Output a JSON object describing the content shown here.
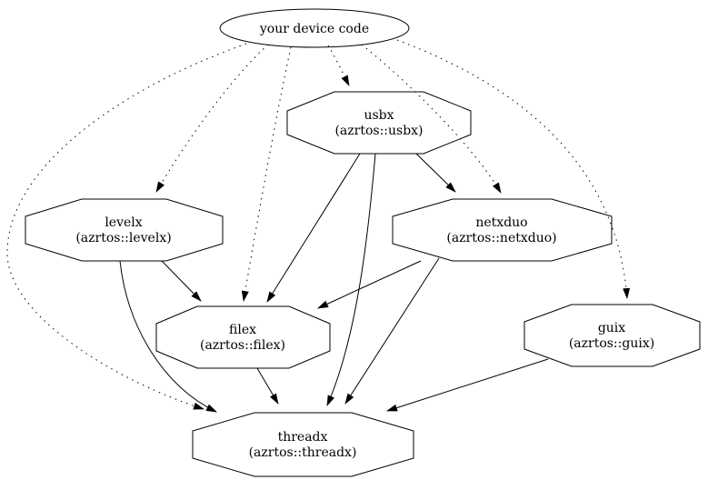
{
  "graph": {
    "background_color": "#ffffff",
    "stroke_color": "#000000",
    "text_color": "#000000",
    "nodes": {
      "device_code": {
        "label": "your device code",
        "shape": "ellipse"
      },
      "usbx": {
        "name": "usbx",
        "package": "(azrtos::usbx)",
        "shape": "octagon"
      },
      "levelx": {
        "name": "levelx",
        "package": "(azrtos::levelx)",
        "shape": "octagon"
      },
      "netxduo": {
        "name": "netxduo",
        "package": "(azrtos::netxduo)",
        "shape": "octagon"
      },
      "filex": {
        "name": "filex",
        "package": "(azrtos::filex)",
        "shape": "octagon"
      },
      "guix": {
        "name": "guix",
        "package": "(azrtos::guix)",
        "shape": "octagon"
      },
      "threadx": {
        "name": "threadx",
        "package": "(azrtos::threadx)",
        "shape": "octagon"
      }
    },
    "edges": [
      {
        "from": "your device code",
        "to": "usbx",
        "style": "dotted"
      },
      {
        "from": "your device code",
        "to": "levelx",
        "style": "dotted"
      },
      {
        "from": "your device code",
        "to": "netxduo",
        "style": "dotted"
      },
      {
        "from": "your device code",
        "to": "filex",
        "style": "dotted"
      },
      {
        "from": "your device code",
        "to": "guix",
        "style": "dotted"
      },
      {
        "from": "your device code",
        "to": "threadx",
        "style": "dotted"
      },
      {
        "from": "usbx",
        "to": "netxduo",
        "style": "solid"
      },
      {
        "from": "usbx",
        "to": "filex",
        "style": "solid"
      },
      {
        "from": "usbx",
        "to": "threadx",
        "style": "solid"
      },
      {
        "from": "levelx",
        "to": "filex",
        "style": "solid"
      },
      {
        "from": "levelx",
        "to": "threadx",
        "style": "solid"
      },
      {
        "from": "netxduo",
        "to": "filex",
        "style": "solid"
      },
      {
        "from": "netxduo",
        "to": "threadx",
        "style": "solid"
      },
      {
        "from": "filex",
        "to": "threadx",
        "style": "solid"
      },
      {
        "from": "guix",
        "to": "threadx",
        "style": "solid"
      }
    ]
  }
}
